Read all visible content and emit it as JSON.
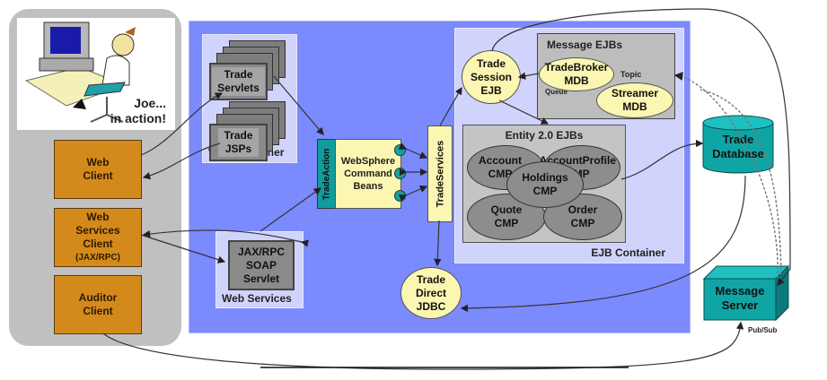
{
  "client": {
    "caption_line1": "Joe...",
    "caption_line2": "in action!",
    "web_client": [
      "Web",
      "Client"
    ],
    "ws_client": [
      "Web",
      "Services",
      "Client",
      "(JAX/RPC)"
    ],
    "auditor_client": [
      "Auditor",
      "Client"
    ]
  },
  "web_container": {
    "label": "Web Container",
    "servlets": [
      "Trade",
      "Servlets"
    ],
    "jsps": [
      "Trade",
      "JSPs"
    ]
  },
  "web_services": {
    "label": "Web Services",
    "servlet": [
      "JAX/RPC",
      "SOAP",
      "Servlet"
    ]
  },
  "trade_action": "TradeAction",
  "command_beans": [
    "WebSphere",
    "Command",
    "Beans"
  ],
  "trade_services": "TradeServices",
  "ejb_container": {
    "label": "EJB Container",
    "session_ejb": [
      "Trade",
      "Session",
      "EJB"
    ],
    "message_ejbs": {
      "label": "Message EJBs",
      "trade_broker": [
        "TradeBroker",
        "MDB"
      ],
      "streamer": [
        "Streamer",
        "MDB"
      ],
      "topic": "Topic",
      "queue": "Queue"
    },
    "entity_ejbs": {
      "label": "Entity 2.0 EJBs",
      "account": [
        "Account",
        "CMP"
      ],
      "account_profile": [
        "AccountProfile",
        "CMP"
      ],
      "holdings": [
        "Holdings",
        "CMP"
      ],
      "quote": [
        "Quote",
        "CMP"
      ],
      "order": [
        "Order",
        "CMP"
      ]
    }
  },
  "trade_direct": [
    "Trade",
    "Direct",
    "JDBC"
  ],
  "trade_database": [
    "Trade",
    "Database"
  ],
  "message_server": [
    "Message",
    "Server"
  ],
  "pubsub": "Pub/Sub",
  "colors": {
    "client_orange": "#d48a1a",
    "server_blue": "#7b8afc",
    "container_lavender": "#d0d3fb",
    "bean_yellow": "#fbf6b2",
    "resource_teal": "#10a5a5"
  }
}
